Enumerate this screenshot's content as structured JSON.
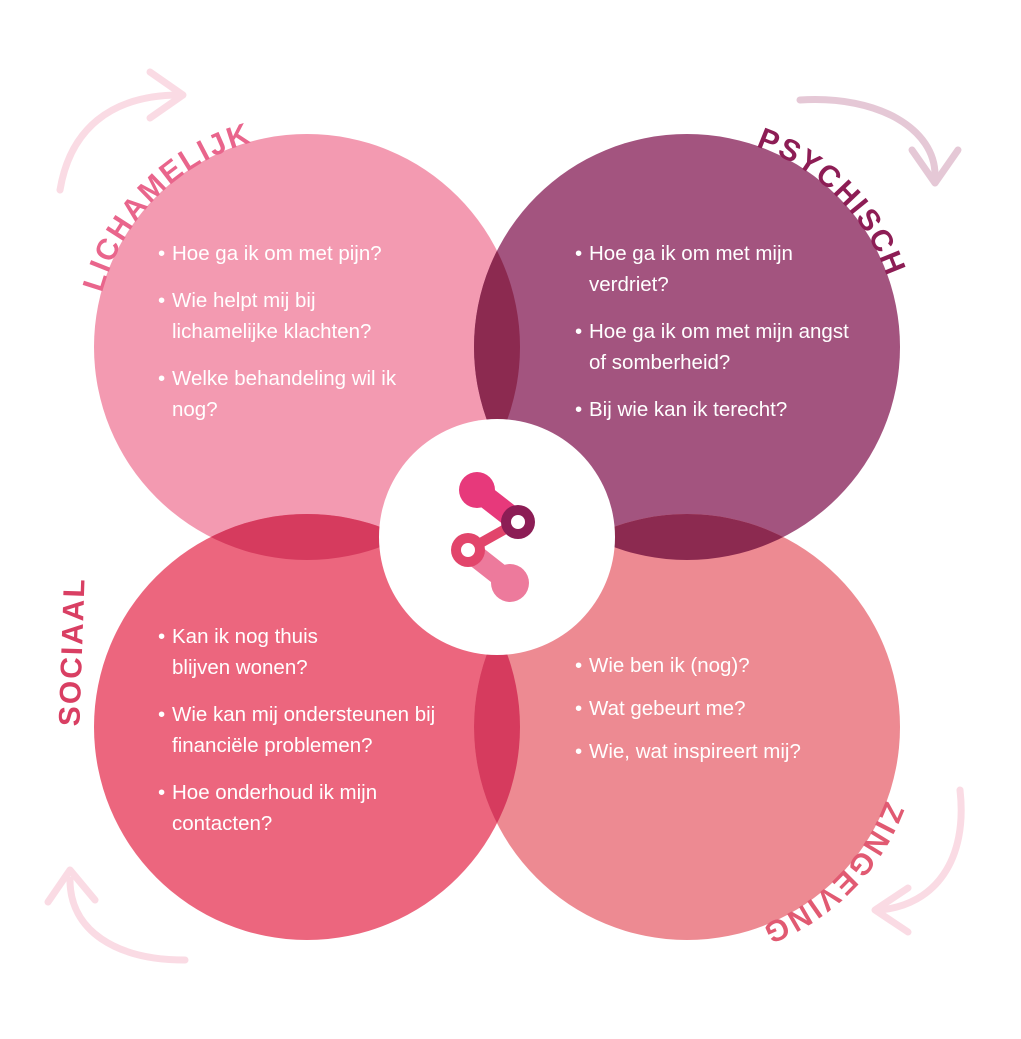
{
  "quadrants": {
    "lichamelijk": {
      "label": "LICHAMELIJK",
      "color": "#f39ab1",
      "label_color": "#e9658c",
      "questions": [
        "Hoe ga ik om met pijn?",
        "Wie helpt mij bij lichamelijke klachten?",
        "Welke behandeling wil ik nog?"
      ]
    },
    "psychisch": {
      "label": "PSYCHISCH",
      "color": "#a3547f",
      "label_color": "#8d1d55",
      "questions": [
        "Hoe ga ik om met mijn verdriet?",
        "Hoe ga ik om met mijn angst of somberheid?",
        "Bij wie kan ik terecht?"
      ]
    },
    "sociaal": {
      "label": "SOCIAAL",
      "color": "#ec667e",
      "label_color": "#d93f63",
      "questions": [
        "Kan ik nog thuis blijven wonen?",
        "Wie kan mij ondersteunen bij financiële problemen?",
        "Hoe onderhoud ik mijn contacten?"
      ]
    },
    "zingeving": {
      "label": "ZINGEVING",
      "color": "#ed8a92",
      "label_color": "#e15a72",
      "questions": [
        "Wie ben ik (nog)?",
        "Wat gebeurt me?",
        "Wie, wat inspireert mij?"
      ]
    }
  },
  "overlap_color": "#d63b5e",
  "overlap_dark_color": "#8c2a50",
  "arrow_color": "#fadbe4",
  "arrow_color_dark": "#e5c8d6",
  "logo": {
    "icon": "network-nodes-logo",
    "colors": [
      "#e7397b",
      "#8c1d55",
      "#e2456b",
      "#ed7a9c"
    ]
  }
}
